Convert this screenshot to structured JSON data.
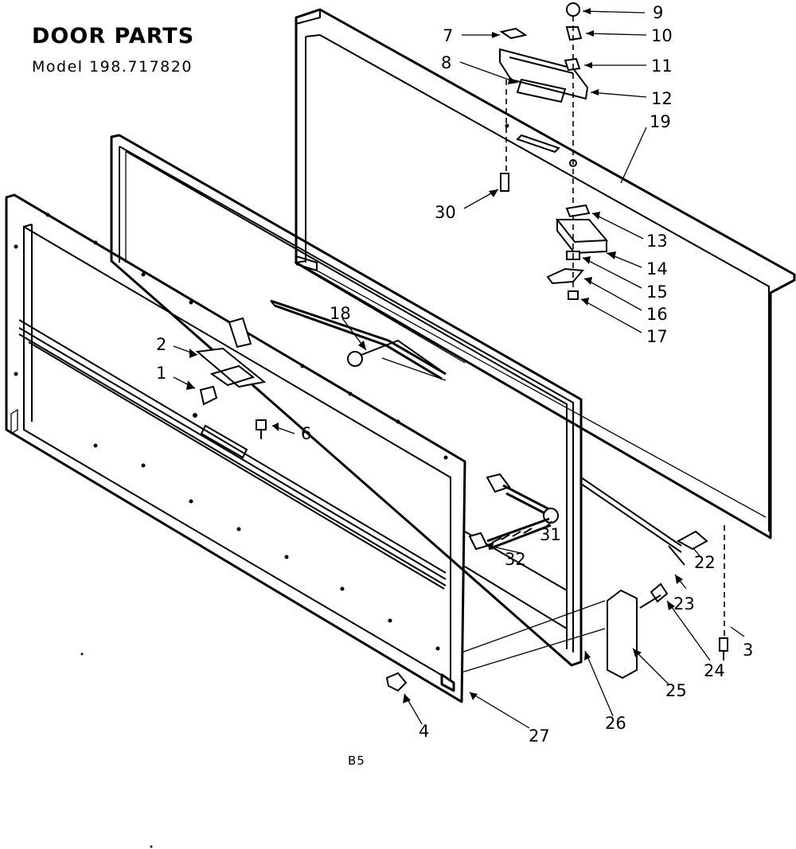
{
  "header": {
    "title": "DOOR PARTS",
    "model": "Model 198.717820"
  },
  "footer": {
    "code": "B5"
  },
  "callouts": [
    "1",
    "2",
    "3",
    "4",
    "6",
    "7",
    "8",
    "9",
    "10",
    "11",
    "12",
    "13",
    "14",
    "15",
    "16",
    "17",
    "18",
    "19",
    "22",
    "23",
    "24",
    "25",
    "26",
    "27",
    "30",
    "31",
    "32"
  ]
}
